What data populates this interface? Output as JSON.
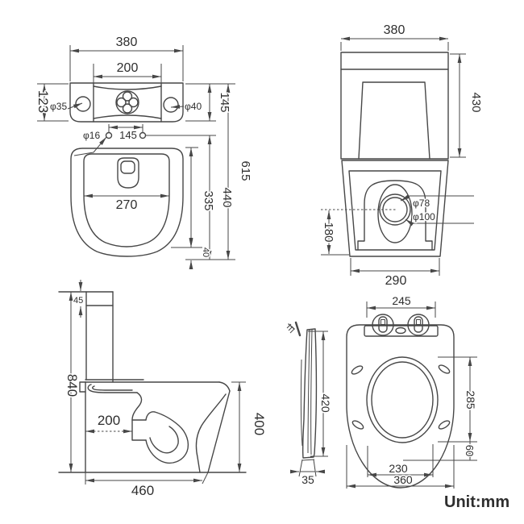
{
  "unit_label": "Unit:mm",
  "colors": {
    "line": "#474747",
    "text": "#2e2e2e",
    "background": "#ffffff"
  },
  "views": {
    "top_plan": {
      "title": "cistern-and-bowl-plan-view",
      "dims": {
        "tank_width": "380",
        "flush_area_width": "200",
        "tank_depth": "123",
        "left_hole_dia": "φ35",
        "right_hole_dia": "φ40",
        "tank_side_depth": "145",
        "seat_hole_dia": "φ16",
        "seat_hole_spacing": "145",
        "bowl_inner_width": "270",
        "bowl_inner_length": "335",
        "bowl_length": "440",
        "total_length": "615",
        "rear_gap": "40"
      }
    },
    "front": {
      "title": "front-elevation",
      "dims": {
        "tank_width": "380",
        "tank_height": "430",
        "outlet_inner_dia": "φ78",
        "outlet_outer_dia": "φ100",
        "outlet_center_height": "180",
        "base_width": "290"
      }
    },
    "side": {
      "title": "side-elevation",
      "dims": {
        "total_height": "840",
        "lid_thickness": "45",
        "trap_setout": "200",
        "bowl_height": "400",
        "total_depth": "460"
      }
    },
    "seat": {
      "title": "seat-views",
      "dims": {
        "hinge_spacing": "245",
        "seat_length": "420",
        "seat_edge_thickness": "35",
        "opening_length": "285",
        "front_margin": "60",
        "opening_width": "230",
        "seat_width": "360"
      }
    }
  }
}
